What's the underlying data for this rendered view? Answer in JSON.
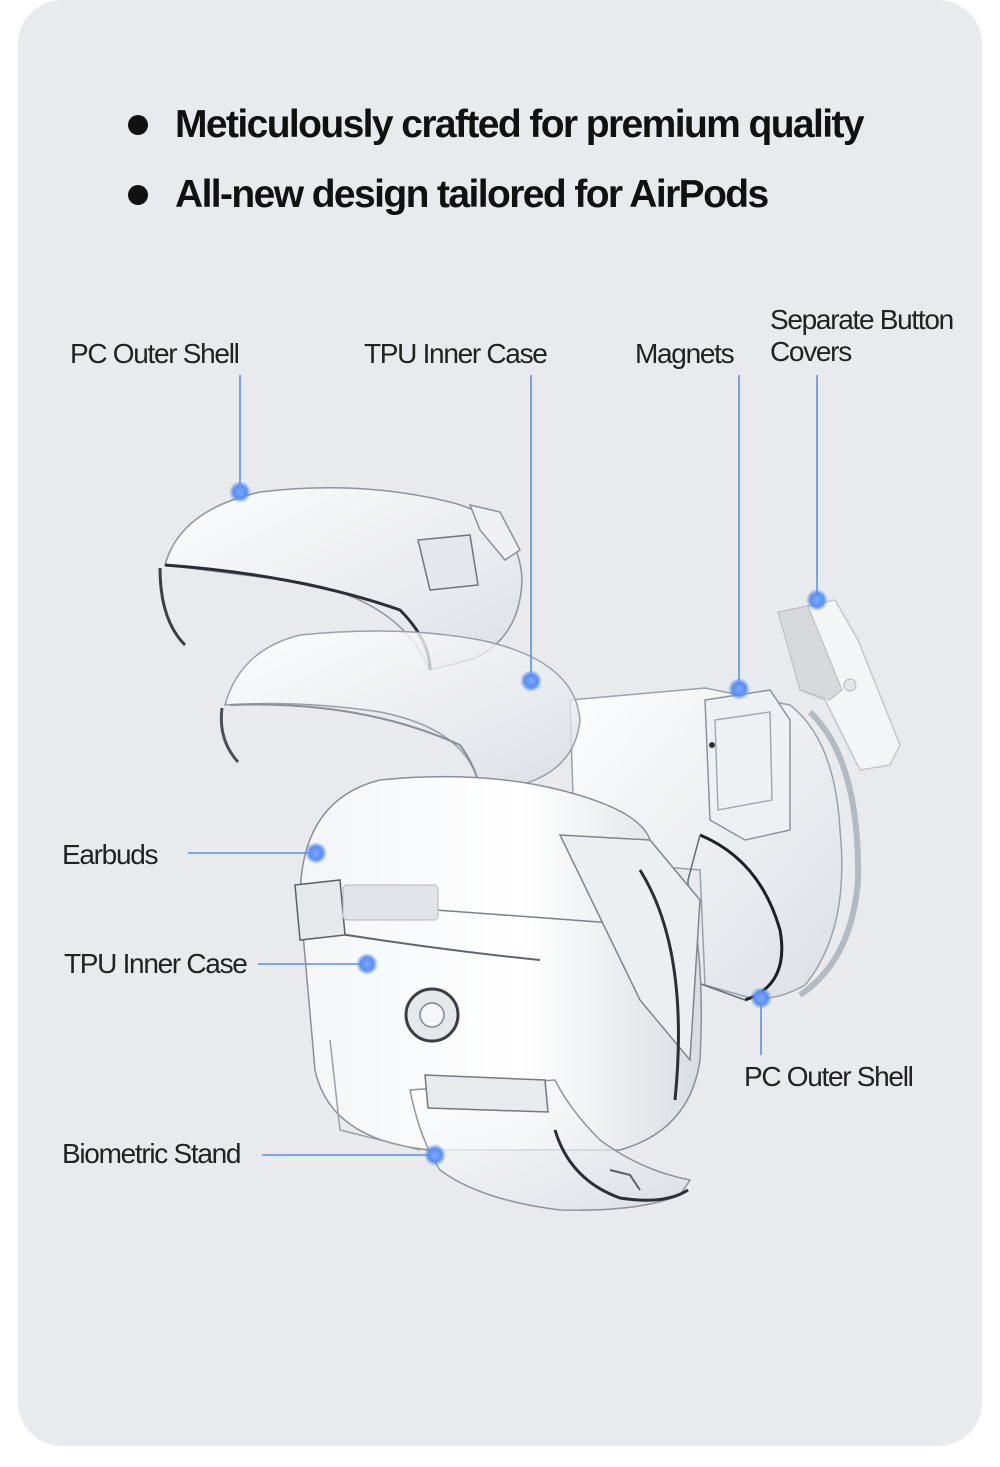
{
  "bullets": [
    "Meticulously crafted for premium quality",
    "All-new design tailored for AirPods"
  ],
  "callouts": {
    "pc_outer_shell_top": "PC Outer Shell",
    "tpu_inner_case_top": "TPU Inner Case",
    "magnets": "Magnets",
    "separate_button_covers_line1": "Separate Button",
    "separate_button_covers_line2": "Covers",
    "earbuds": "Earbuds",
    "tpu_inner_case_left": "TPU Inner Case",
    "pc_outer_shell_right": "PC Outer Shell",
    "biometric_stand": "Biometric Stand"
  },
  "colors": {
    "card_background": "#e8eaed",
    "leader_line": "#5b8ff0",
    "marker_dot": "#6ea0f7",
    "text": "#111111",
    "case_outline": "#2a2d33",
    "case_fill": "#f4f6f8"
  }
}
